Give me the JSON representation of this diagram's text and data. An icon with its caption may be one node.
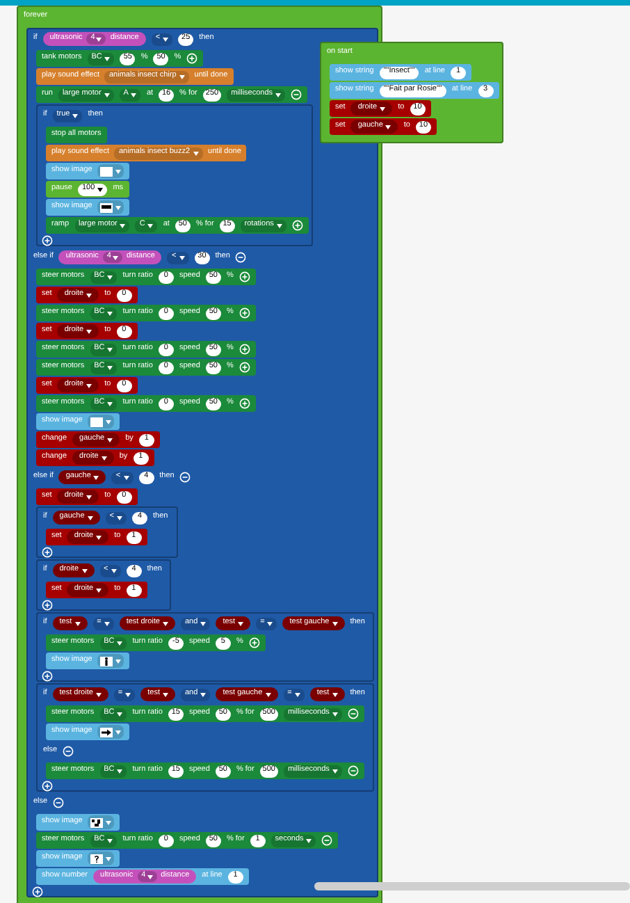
{
  "diagram": {
    "nodes": [
      {
        "text": [
          "forever"
        ]
      },
      {
        "text": [
          "if",
          "ultrasonic",
          "4",
          "distance",
          "<",
          "25",
          "then"
        ],
        "in": 0
      },
      {
        "text": [
          "tank motors",
          "BC",
          "55",
          "%",
          "50",
          "%"
        ],
        "in": 1
      },
      {
        "text": [
          "play sound effect",
          "animals insect chirp",
          "until done"
        ],
        "in": 1
      },
      {
        "text": [
          "run",
          "large motor",
          "A",
          "at",
          "16",
          "% for",
          "250",
          "milliseconds"
        ],
        "in": 1
      },
      {
        "text": [
          "if",
          "true",
          "then"
        ],
        "in": 1
      },
      {
        "text": [
          "stop all motors"
        ],
        "in": 5
      },
      {
        "text": [
          "play sound effect",
          "animals insect buzz2",
          "until done"
        ],
        "in": 5
      },
      {
        "text": [
          "show image"
        ],
        "in": 5
      },
      {
        "text": [
          "pause",
          "100",
          "ms"
        ],
        "in": 5
      },
      {
        "text": [
          "show image"
        ],
        "in": 5
      },
      {
        "text": [
          "ramp",
          "large motor",
          "C",
          "at",
          "50",
          "% for",
          "15",
          "rotations"
        ],
        "in": 5
      },
      {
        "text": [
          "else if",
          "ultrasonic",
          "4",
          "distance",
          "<",
          "30",
          "then"
        ],
        "in": 1
      },
      {
        "text": [
          "steer motors",
          "BC",
          "turn ratio",
          "0",
          "speed",
          "50",
          "%"
        ],
        "in": 1
      },
      {
        "text": [
          "set",
          "droite",
          "to",
          "0"
        ],
        "in": 1
      },
      {
        "text": [
          "steer motors",
          "BC",
          "turn ratio",
          "0",
          "speed",
          "50",
          "%"
        ],
        "in": 1
      },
      {
        "text": [
          "set",
          "droite",
          "to",
          "0"
        ],
        "in": 1
      },
      {
        "text": [
          "steer motors",
          "BC",
          "turn ratio",
          "0",
          "speed",
          "50",
          "%"
        ],
        "in": 1
      },
      {
        "text": [
          "steer motors",
          "BC",
          "turn ratio",
          "0",
          "speed",
          "50",
          "%"
        ],
        "in": 1
      },
      {
        "text": [
          "set",
          "droite",
          "to",
          "0"
        ],
        "in": 1
      },
      {
        "text": [
          "steer motors",
          "BC",
          "turn ratio",
          "0",
          "speed",
          "50",
          "%"
        ],
        "in": 1
      },
      {
        "text": [
          "show image"
        ],
        "in": 1
      },
      {
        "text": [
          "change",
          "gauche",
          "by",
          "1"
        ],
        "in": 1
      },
      {
        "text": [
          "change",
          "droite",
          "by",
          "1"
        ],
        "in": 1
      },
      {
        "text": [
          "else if",
          "gauche",
          "<",
          "4",
          "then"
        ],
        "in": 1
      },
      {
        "text": [
          "set",
          "droite",
          "to",
          "0"
        ],
        "in": 1
      },
      {
        "text": [
          "if",
          "gauche",
          "<",
          "4",
          "then"
        ],
        "in": 1
      },
      {
        "text": [
          "set",
          "droite",
          "to",
          "1"
        ],
        "in": 26
      },
      {
        "text": [
          "if",
          "droite",
          "<",
          "4",
          "then"
        ],
        "in": 1
      },
      {
        "text": [
          "set",
          "droite",
          "to",
          "1"
        ],
        "in": 28
      },
      {
        "text": [
          "if",
          "test",
          "=",
          "test droite",
          "and",
          "test",
          "=",
          "test gauche",
          "then"
        ],
        "in": 1
      },
      {
        "text": [
          "steer motors",
          "BC",
          "turn ratio",
          "-5",
          "speed",
          "5",
          "%"
        ],
        "in": 30
      },
      {
        "text": [
          "show image"
        ],
        "in": 30
      },
      {
        "text": [
          "if",
          "test droite",
          "=",
          "test",
          "and",
          "test gauche",
          "=",
          "test",
          "then"
        ],
        "in": 1
      },
      {
        "text": [
          "steer motors",
          "BC",
          "turn ratio",
          "15",
          "speed",
          "50",
          "% for",
          "500",
          "milliseconds"
        ],
        "in": 33
      },
      {
        "text": [
          "show image"
        ],
        "in": 33
      },
      {
        "text": [
          "else"
        ],
        "in": 33
      },
      {
        "text": [
          "steer motors",
          "BC",
          "turn ratio",
          "15",
          "speed",
          "50",
          "% for",
          "500",
          "milliseconds"
        ],
        "in": 33
      },
      {
        "text": [
          "else"
        ],
        "in": 1
      },
      {
        "text": [
          "show image"
        ],
        "in": 1
      },
      {
        "text": [
          "steer motors",
          "BC",
          "turn ratio",
          "0",
          "speed",
          "50",
          "% for",
          "1",
          "seconds"
        ],
        "in": 1
      },
      {
        "text": [
          "show image"
        ],
        "in": 1
      },
      {
        "text": [
          "show number",
          "ultrasonic",
          "4",
          "distance",
          "at line",
          "1"
        ],
        "in": 1
      },
      {
        "text": [
          "on start"
        ]
      },
      {
        "text": [
          "show string",
          "\"\"Insect\"\"",
          "at line",
          "1"
        ],
        "in": 43
      },
      {
        "text": [
          "show string",
          "\"\"Fait par Rosie\"\"",
          "at line",
          "3"
        ],
        "in": 43
      },
      {
        "text": [
          "set",
          "droite",
          "to",
          "10"
        ],
        "in": 43
      },
      {
        "text": [
          "set",
          "gauche",
          "to",
          "10"
        ],
        "in": 43
      }
    ]
  }
}
